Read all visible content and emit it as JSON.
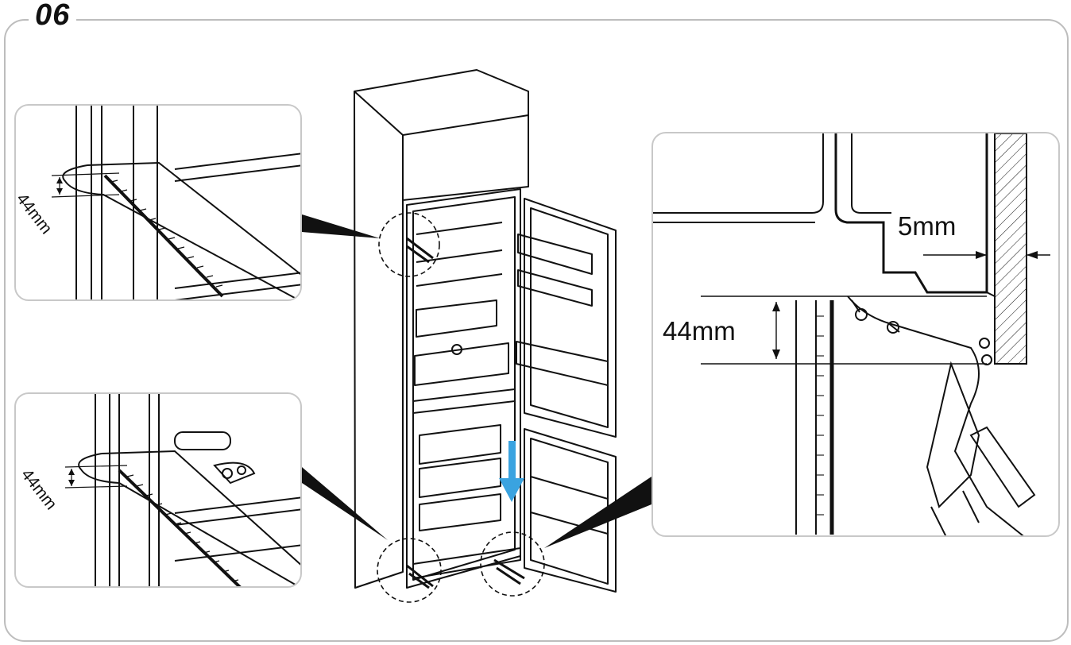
{
  "step_number": "06",
  "labels": {
    "top_inset_gap": "44mm",
    "bottom_inset_gap": "44mm",
    "right_inset_gap_vertical": "44mm",
    "right_inset_gap_horizontal": "5mm"
  },
  "colors": {
    "line": "#111111",
    "frame": "#bdbdbd",
    "arrow": "#3aa3e0"
  }
}
